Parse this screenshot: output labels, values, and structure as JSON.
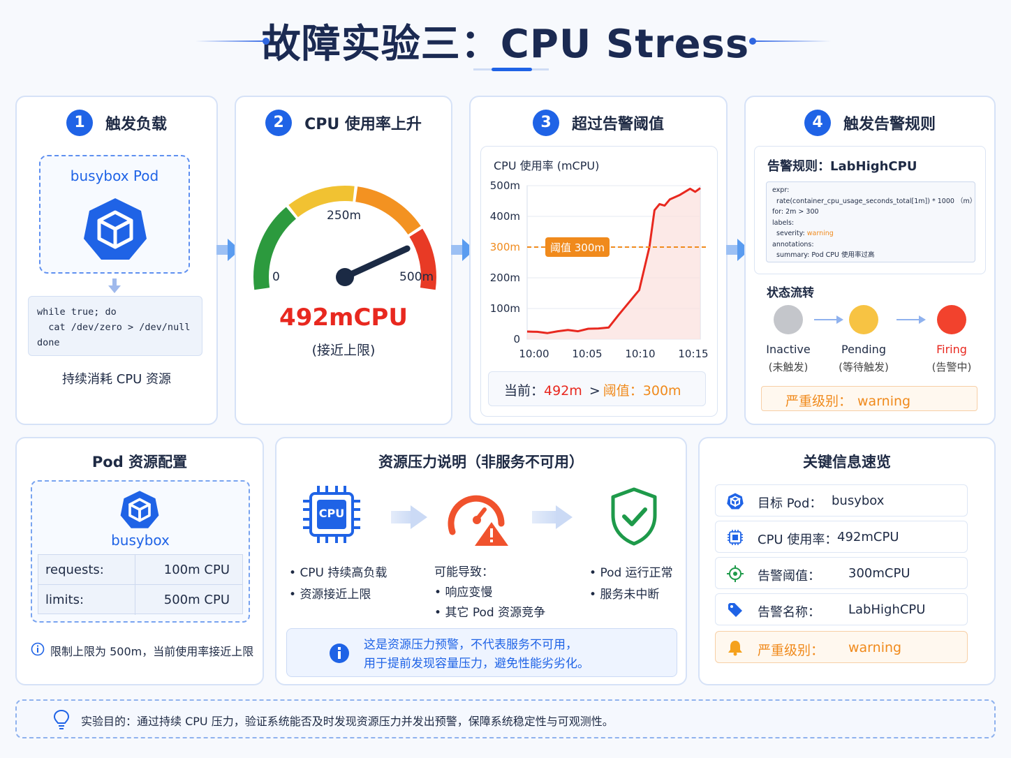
{
  "title": "故障实验三：CPU Stress",
  "steps": [
    {
      "num": "1",
      "label": "触发负载"
    },
    {
      "num": "2",
      "label": "CPU 使用率上升"
    },
    {
      "num": "3",
      "label": "超过告警阈值"
    },
    {
      "num": "4",
      "label": "触发告警规则"
    }
  ],
  "step1": {
    "pod_label": "busybox Pod",
    "code": [
      "while true; do",
      "  cat /dev/zero > /dev/null",
      "done"
    ],
    "caption": "持续消耗 CPU 资源"
  },
  "step2": {
    "gauge_min": "0",
    "gauge_mid": "250m",
    "gauge_max": "500m",
    "value_text": "492mCPU",
    "value_fraction": 0.984,
    "sub": "(接近上限)"
  },
  "step3": {
    "chart_data": {
      "type": "line",
      "title": "CPU 使用率 (mCPU)",
      "xlabel": "",
      "ylabel": "",
      "x_ticks": [
        "10:00",
        "10:05",
        "10:10",
        "10:15"
      ],
      "y_ticks": [
        "0",
        "100m",
        "200m",
        "300m",
        "400m",
        "500m"
      ],
      "ylim": [
        0,
        500
      ],
      "xlim": [
        0,
        17
      ],
      "series": [
        {
          "values": [
            [
              0,
              25
            ],
            [
              1,
              24
            ],
            [
              2,
              20
            ],
            [
              3,
              26
            ],
            [
              4,
              30
            ],
            [
              5,
              26
            ],
            [
              6,
              34
            ],
            [
              7,
              35
            ],
            [
              8,
              38
            ],
            [
              9,
              80
            ],
            [
              10,
              120
            ],
            [
              11,
              160
            ],
            [
              12,
              300
            ],
            [
              12.5,
              420
            ],
            [
              13,
              440
            ],
            [
              13.5,
              435
            ],
            [
              14,
              455
            ],
            [
              15,
              470
            ],
            [
              15.5,
              480
            ],
            [
              16,
              490
            ],
            [
              16.5,
              480
            ],
            [
              17,
              492
            ]
          ]
        }
      ],
      "threshold": {
        "value": 300,
        "label": "阈值 300m"
      }
    },
    "current_prefix": "当前：",
    "current_value": "492m",
    "gt": ">",
    "threshold_text": "阈值：300m"
  },
  "step4": {
    "rule_title": "告警规则：LabHighCPU",
    "rule_lines": [
      "expr:",
      "  rate(container_cpu_usage_seconds_total[1m]) * 1000 （m） *",
      "for: 2m > 300",
      "labels:",
      "  severity: ",
      "annotations:",
      "  summary: Pod CPU 使用率过高"
    ],
    "severity_value": "warning",
    "state_title": "状态流转",
    "states": [
      {
        "name": "Inactive",
        "desc": "(未触发)",
        "color": "#c4c6cb"
      },
      {
        "name": "Pending",
        "desc": "(等待触发)",
        "color": "#f7c343"
      },
      {
        "name": "Firing",
        "desc": "(告警中)",
        "color": "#f2422d"
      }
    ],
    "severity_label": "严重级别：",
    "severity_level": "warning"
  },
  "pod_config": {
    "title": "Pod 资源配置",
    "name": "busybox",
    "rows": [
      {
        "k": "requests:",
        "v": "100m CPU"
      },
      {
        "k": "limits:",
        "v": "500m CPU"
      }
    ],
    "note": "限制上限为 500m，当前使用率接近上限"
  },
  "pressure": {
    "title": "资源压力说明（非服务不可用）",
    "cpu_chip": "CPU",
    "col1": [
      "CPU 持续高负载",
      "资源接近上限"
    ],
    "col2_title": "可能导致：",
    "col2": [
      "响应变慢",
      "其它 Pod 资源竞争"
    ],
    "col3": [
      "Pod 运行正常",
      "服务未中断"
    ],
    "note1": "这是资源压力预警，不代表服务不可用，",
    "note2": "用于提前发现容量压力，避免性能劣劣化。"
  },
  "key_info": {
    "title": "关键信息速览",
    "rows": [
      {
        "k": "目标 Pod：",
        "v": "busybox",
        "icon": "cube-icon"
      },
      {
        "k": "CPU 使用率：",
        "v": "492mCPU",
        "icon": "cpu-icon"
      },
      {
        "k": "告警阈值：",
        "v": "300mCPU",
        "icon": "target-icon"
      },
      {
        "k": "告警名称：",
        "v": "LabHighCPU",
        "icon": "tag-icon"
      },
      {
        "k": "严重级别：",
        "v": "warning",
        "icon": "bell-icon"
      }
    ]
  },
  "footer": "实验目的：通过持续 CPU 压力，验证系统能否及时发现资源压力并发出预警，保障系统稳定性与可观测性。",
  "colors": {
    "accent": "#1f63e6",
    "red": "#e8281f",
    "orange": "#f08a1c",
    "green": "#1e9a4a"
  }
}
